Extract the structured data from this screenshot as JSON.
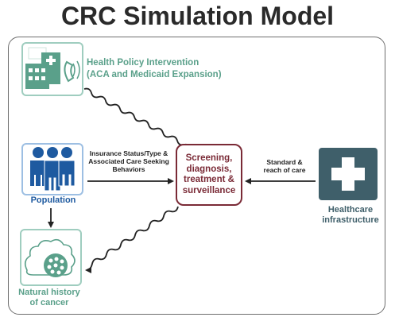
{
  "title": "CRC Simulation Model",
  "nodes": {
    "policy": {
      "line1": "Health Policy Intervention",
      "line2": "(ACA and Medicaid Expansion)"
    },
    "center": {
      "line1": "Screening,",
      "line2": "diagnosis,",
      "line3": "treatment &",
      "line4": "surveillance"
    },
    "population": {
      "label": "Population"
    },
    "cancer": {
      "line1": "Natural history",
      "line2": "of cancer"
    },
    "infrastructure": {
      "line1": "Healthcare",
      "line2": "infrastructure"
    }
  },
  "edges": {
    "insurance": {
      "line1": "Insurance Status/Type &",
      "line2": "Associated Care Seeking",
      "line3": "Behaviors"
    },
    "standard": {
      "line1": "Standard &",
      "line2": "reach of care"
    }
  },
  "colors": {
    "teal": "#5aa08a",
    "blue": "#1e5aa0",
    "maroon": "#7a2a36",
    "slate": "#3f5f6a"
  },
  "icons": [
    "hospital-phone-icon",
    "population-icon",
    "cancer-cells-icon",
    "medical-cross-icon"
  ]
}
